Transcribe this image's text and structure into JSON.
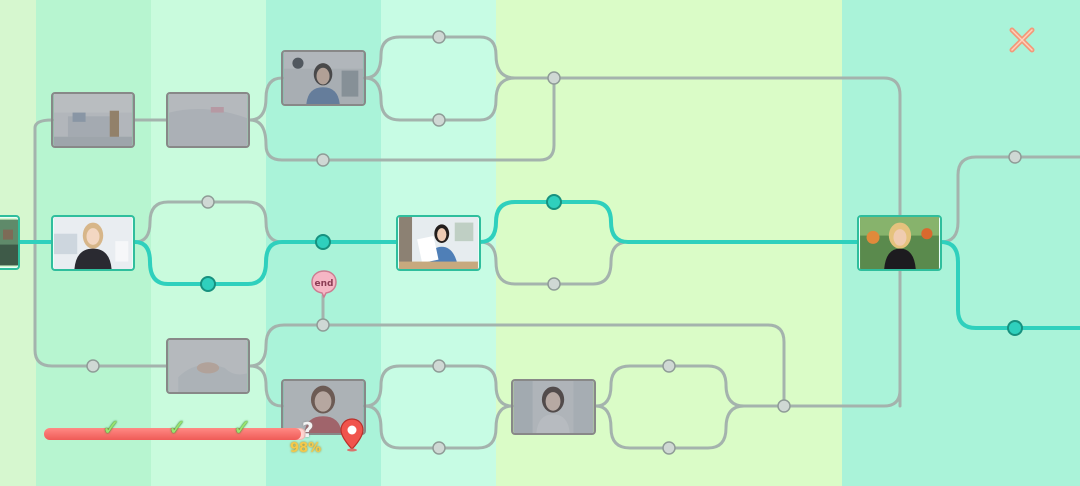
{
  "background": {
    "stripes": [
      {
        "color": "#d6f7cf"
      },
      {
        "color": "#b7f5d0"
      },
      {
        "color": "#c9fbdd"
      },
      {
        "color": "#aaf3d9"
      },
      {
        "color": "#c7fce4"
      },
      {
        "color": "#dafcc7"
      },
      {
        "color": "#dafcc7"
      },
      {
        "color": "#aaf3d9"
      }
    ]
  },
  "colors": {
    "path_inactive": "#a4b3ad",
    "path_active": "#2fd0bd",
    "node_inactive": "#cfd8d4",
    "node_active": "#2fd0bd",
    "close": "#f29a7a",
    "progress": "#ef5b57"
  },
  "scene_nodes": [
    {
      "name": "scene-node-start",
      "state": "active",
      "icon": "person-thumbnail"
    },
    {
      "name": "scene-node-bedroom",
      "state": "locked",
      "icon": "bedroom-thumbnail"
    },
    {
      "name": "scene-node-bed-closeup",
      "state": "locked",
      "icon": "bed-thumbnail"
    },
    {
      "name": "scene-node-woman-denim",
      "state": "locked",
      "icon": "woman-thumbnail"
    },
    {
      "name": "scene-node-woman-dark",
      "state": "active",
      "icon": "woman-thumbnail"
    },
    {
      "name": "scene-node-paper-letter",
      "state": "active",
      "icon": "woman-thumbnail"
    },
    {
      "name": "scene-node-woman-outdoor",
      "state": "active",
      "icon": "woman-thumbnail"
    },
    {
      "name": "scene-node-hand-closeup",
      "state": "locked",
      "icon": "hand-thumbnail"
    },
    {
      "name": "scene-node-woman-red",
      "state": "locked",
      "icon": "woman-thumbnail"
    },
    {
      "name": "scene-node-woman-hallway",
      "state": "locked",
      "icon": "woman-thumbnail"
    }
  ],
  "end_marker": {
    "label": "end",
    "icon": "end-bubble-icon"
  },
  "progress": {
    "percent_label": "98%",
    "fraction": 0.98,
    "checkpoints": [
      "✓",
      "✓",
      "✓"
    ],
    "unknown_label": "?",
    "pin_icon": "location-pin-icon"
  },
  "close_icon": "close-icon"
}
